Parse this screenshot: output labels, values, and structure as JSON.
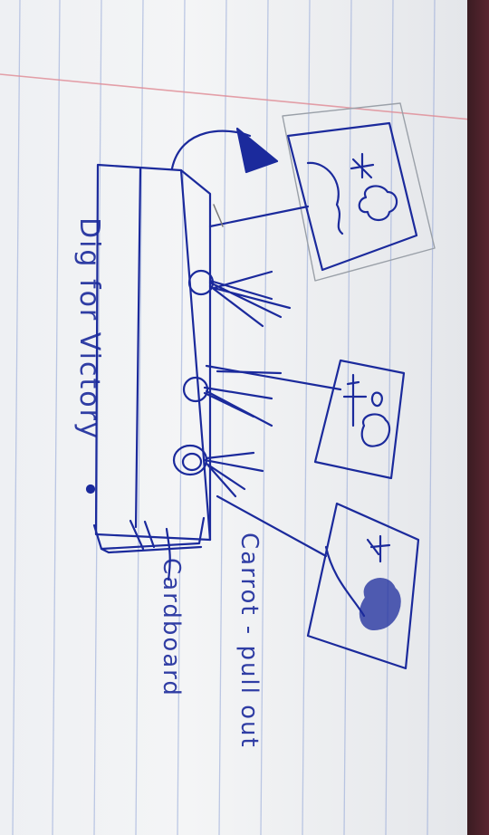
{
  "sketch": {
    "title_text": "Dig for Victory",
    "label_cardboard": "Cardboard",
    "label_carrot": "Carrot - pull out",
    "ink_color": "#1b2a9c",
    "line_color": "#7e8fc9",
    "margin_line_color": "#e08a94"
  }
}
